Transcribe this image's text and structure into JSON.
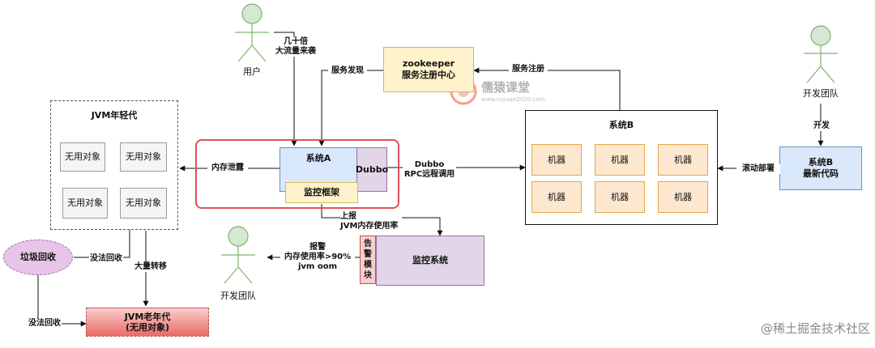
{
  "user": {
    "label": "用户"
  },
  "traffic_label": "几十倍\n大流量来袭",
  "zookeeper": {
    "label": "zookeeper\n服务注册中心"
  },
  "service_discovery_label": "服务发现",
  "service_register_label": "服务注册",
  "watermark": {
    "text": "儒猿课堂",
    "url": "www.ruyuan2020.com"
  },
  "dev_team_top": {
    "label": "开发团队"
  },
  "develop_label": "开发",
  "system_b_code": {
    "label": "系统B\n最新代码"
  },
  "rolling_deploy_label": "滚动部署",
  "system_b": {
    "title": "系统B",
    "machines": [
      "机器",
      "机器",
      "机器",
      "机器",
      "机器",
      "机器"
    ]
  },
  "system_a": {
    "label": "系统A",
    "dubbo": "Dubbo",
    "monitor_frame": "监控框架"
  },
  "dubbo_rpc_label": "Dubbo\nRPC远程调用",
  "memory_leak_label": "内存泄露",
  "young_gen": {
    "title": "JVM年轻代",
    "objects": [
      "无用对象",
      "无用对象",
      "无用对象",
      "无用对象"
    ]
  },
  "gc": {
    "label": "垃圾回收"
  },
  "cannot_collect_1": "没法回收",
  "cannot_collect_2": "没法回收",
  "mass_transfer_label": "大量转移",
  "old_gen": {
    "label": "JVM老年代\n(无用对象)"
  },
  "report_label": "上报\nJVM内存使用率",
  "monitor_system": {
    "label": "监控系统",
    "alarm_module": "告\n警\n模\n块"
  },
  "alarm_label": "报警\n内存使用率>90%\njvm oom",
  "dev_team_bottom": {
    "label": "开发团队"
  },
  "footer_watermark": "@稀土掘金技术社区"
}
